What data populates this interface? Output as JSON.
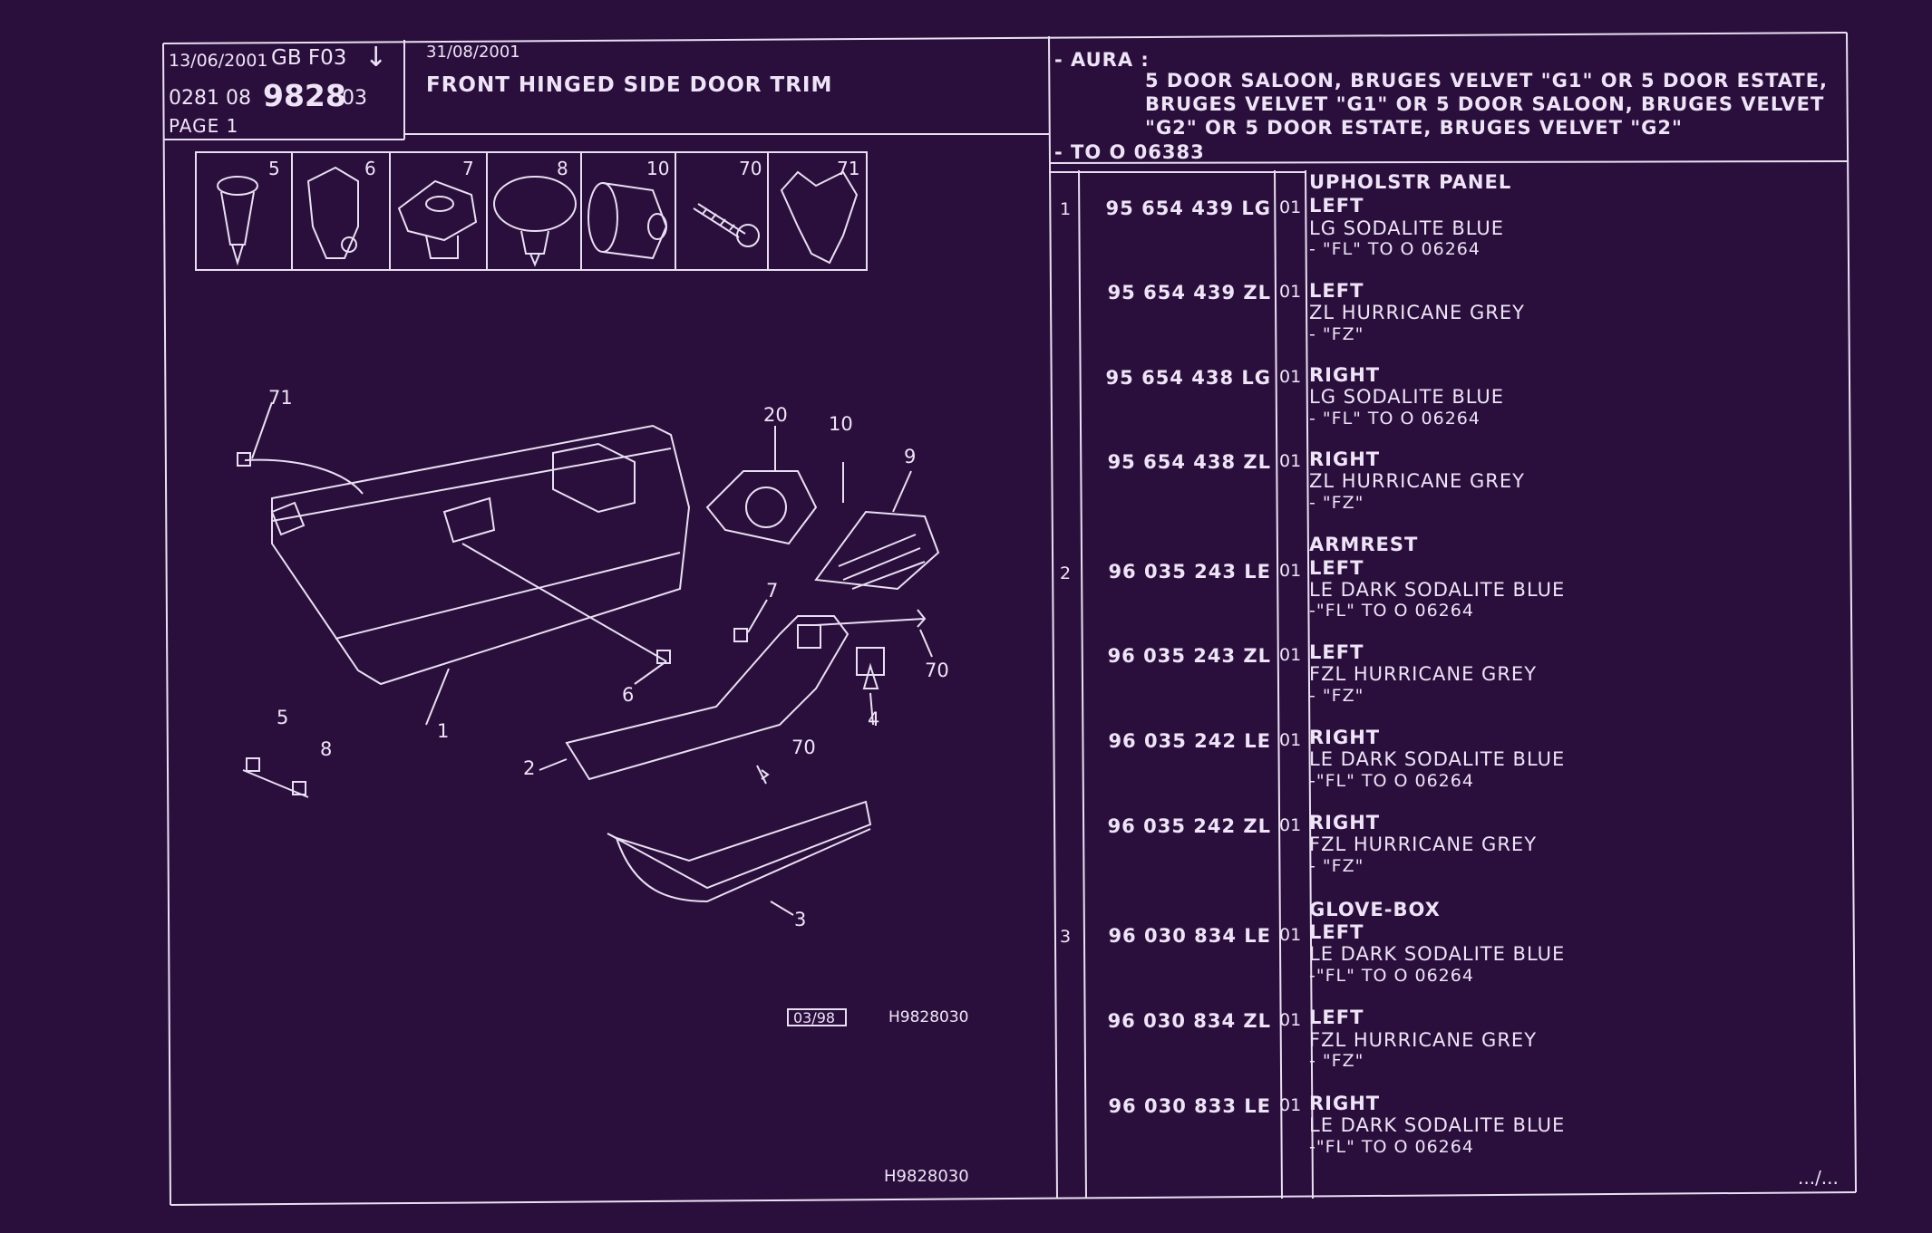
{
  "header": {
    "date": "13/06/2001",
    "country_code": "GB  F03",
    "arrow": "↓",
    "ref_prefix": "0281  08",
    "ref_main": "9828",
    "ref_suffix": "03",
    "page": "PAGE  1",
    "issue_date": "31/08/2001",
    "title": "FRONT HINGED SIDE DOOR TRIM"
  },
  "applicability": {
    "label": "- AURA :",
    "lines": [
      "5 DOOR SALOON, BRUGES VELVET \"G1\" OR  5 DOOR ESTATE,",
      "BRUGES VELVET \"G1\" OR  5 DOOR SALOON, BRUGES VELVET",
      "\"G2\" OR  5 DOOR ESTATE, BRUGES VELVET \"G2\""
    ],
    "to": "- TO  O   06383"
  },
  "thumbnails": [
    "5",
    "6",
    "7",
    "8",
    "10",
    "70",
    "71"
  ],
  "callouts": {
    "c71": "71",
    "c20": "20",
    "c10": "10",
    "c9": "9",
    "c7": "7",
    "c70a": "70",
    "c4": "4",
    "c6": "6",
    "c1": "1",
    "c5": "5",
    "c8": "8",
    "c2": "2",
    "c70b": "70",
    "c3": "3"
  },
  "diagram_codes": {
    "stamp": "03/98",
    "ref": "H9828030",
    "bottom_ref": "H9828030"
  },
  "parts": [
    {
      "idx": "1",
      "section": "UPHOLSTR PANEL",
      "pn": "95 654 439 LG",
      "qty": "01",
      "side": "LEFT",
      "desc": "LG SODALITE BLUE",
      "note": "-     \"FL\" TO  O  06264"
    },
    {
      "idx": "",
      "section": "",
      "pn": "95 654 439 ZL",
      "qty": "01",
      "side": "LEFT",
      "desc": "ZL HURRICANE GREY",
      "note": "-     \"FZ\""
    },
    {
      "idx": "",
      "section": "",
      "pn": "95 654 438 LG",
      "qty": "01",
      "side": "RIGHT",
      "desc": "LG SODALITE BLUE",
      "note": "-     \"FL\" TO  O  06264"
    },
    {
      "idx": "",
      "section": "",
      "pn": "95 654 438 ZL",
      "qty": "01",
      "side": "RIGHT",
      "desc": "ZL HURRICANE GREY",
      "note": "-     \"FZ\""
    },
    {
      "idx": "2",
      "section": "ARMREST",
      "pn": "96 035 243 LE",
      "qty": "01",
      "side": "LEFT",
      "desc": "LE DARK SODALITE BLUE",
      "note": "-\"FL\" TO  O  06264"
    },
    {
      "idx": "",
      "section": "",
      "pn": "96 035 243 ZL",
      "qty": "01",
      "side": "LEFT",
      "desc": "FZL HURRICANE GREY",
      "note": "-     \"FZ\""
    },
    {
      "idx": "",
      "section": "",
      "pn": "96 035 242 LE",
      "qty": "01",
      "side": "RIGHT",
      "desc": "LE DARK SODALITE BLUE",
      "note": "-\"FL\" TO  O  06264"
    },
    {
      "idx": "",
      "section": "",
      "pn": "96 035 242 ZL",
      "qty": "01",
      "side": "RIGHT",
      "desc": "FZL HURRICANE GREY",
      "note": "-     \"FZ\""
    },
    {
      "idx": "3",
      "section": "GLOVE-BOX",
      "pn": "96 030 834 LE",
      "qty": "01",
      "side": "LEFT",
      "desc": "LE DARK SODALITE BLUE",
      "note": "-\"FL\" TO  O  06264"
    },
    {
      "idx": "",
      "section": "",
      "pn": "96 030 834 ZL",
      "qty": "01",
      "side": "LEFT",
      "desc": "FZL HURRICANE GREY",
      "note": "-     \"FZ\""
    },
    {
      "idx": "",
      "section": "",
      "pn": "96 030 833 LE",
      "qty": "01",
      "side": "RIGHT",
      "desc": "LE DARK SODALITE BLUE",
      "note": "-\"FL\" TO  O  06264"
    }
  ],
  "continuation": ".../..."
}
